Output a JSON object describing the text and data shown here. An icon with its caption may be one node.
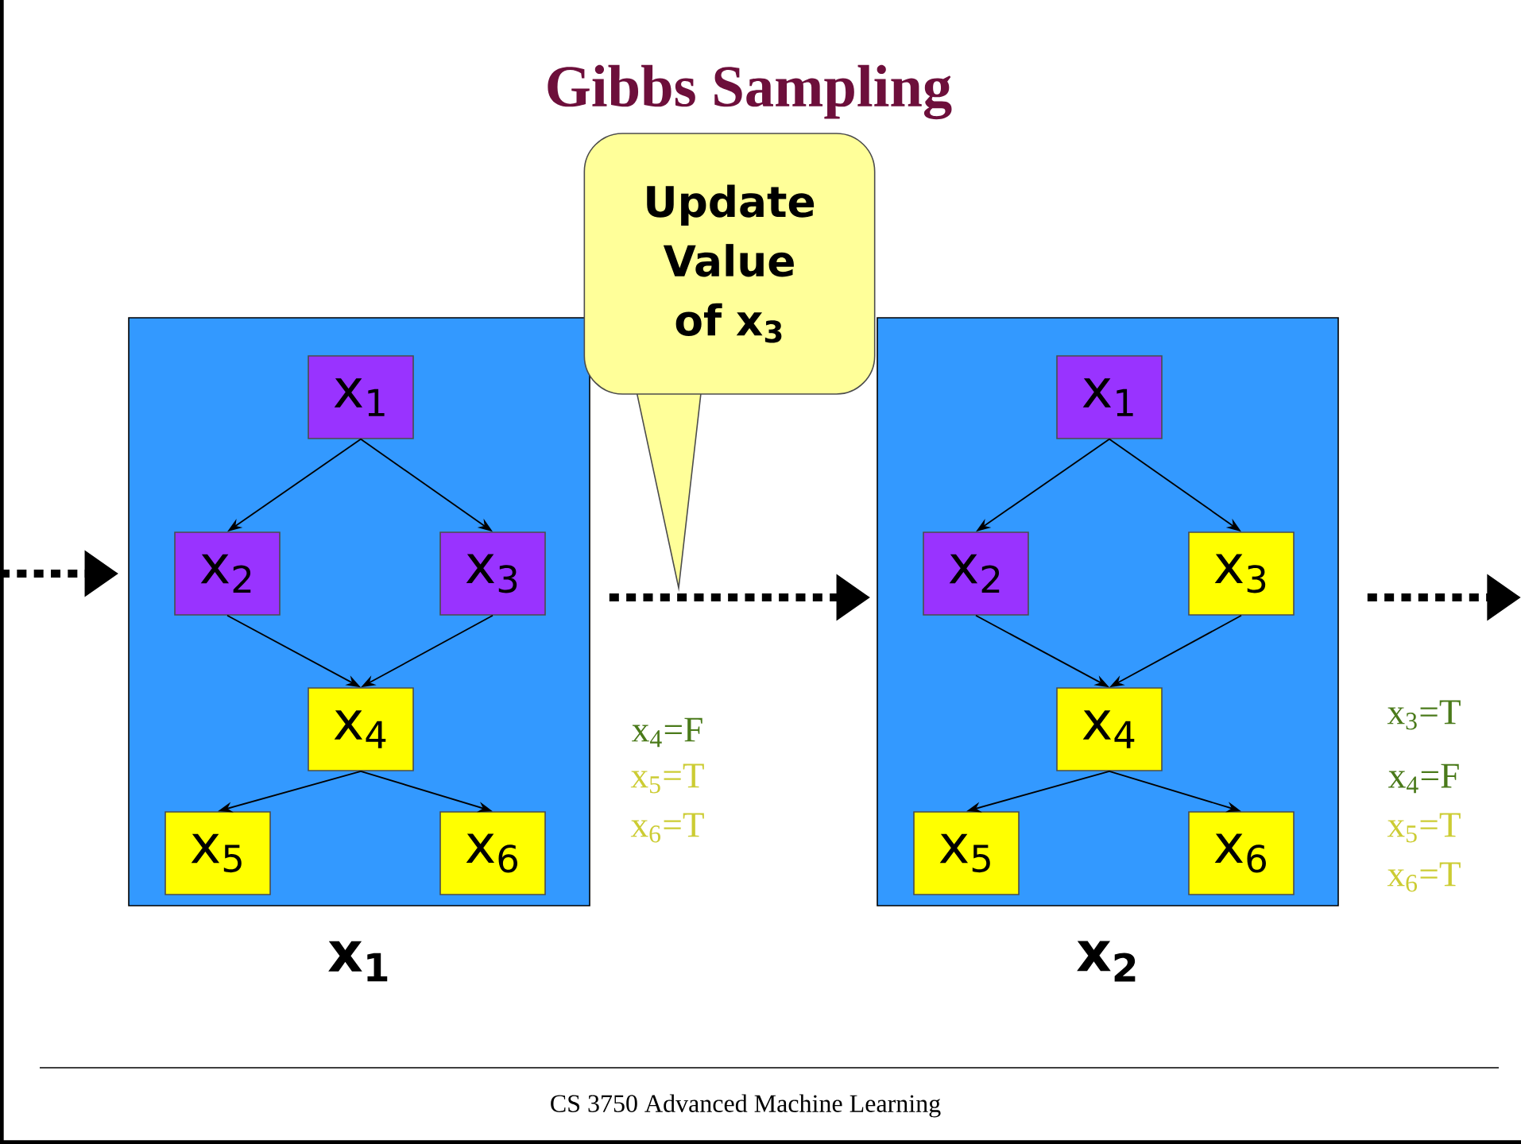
{
  "diagram": {
    "title": "Gibbs Sampling",
    "caption": "CS 3750 Advanced Machine Learning",
    "nodes": [
      {
        "text": [
          "x$_{1}$"
        ]
      },
      {
        "text": [
          "x$_{1}$"
        ],
        "in": 0
      },
      {
        "text": [
          "x$_{2}$"
        ],
        "in": 0
      },
      {
        "text": [
          "x$_{3}$"
        ],
        "in": 0
      },
      {
        "text": [
          "x$_{4}$"
        ],
        "in": 0
      },
      {
        "text": [
          "x$_{5}$"
        ],
        "in": 0
      },
      {
        "text": [
          "x$_{6}$"
        ],
        "in": 0
      },
      {
        "text": [
          "x$_{2}$"
        ]
      },
      {
        "text": [
          "x$_{1}$"
        ],
        "in": 7
      },
      {
        "text": [
          "x$_{2}$"
        ],
        "in": 7
      },
      {
        "text": [
          "x$_{3}$"
        ],
        "in": 7
      },
      {
        "text": [
          "x$_{4}$"
        ],
        "in": 7
      },
      {
        "text": [
          "x$_{5}$"
        ],
        "in": 7
      },
      {
        "text": [
          "x$_{6}$"
        ],
        "in": 7
      },
      {
        "text": [
          "Update Value of x$_{3}$"
        ]
      }
    ],
    "edges": [
      {
        "from": null,
        "to": 0,
        "arrow": "to",
        "style": "dashed"
      },
      {
        "from": 0,
        "to": 7,
        "arrow": "to",
        "style": "dashed"
      },
      {
        "from": 7,
        "to": null,
        "arrow": "to",
        "style": "dashed"
      },
      {
        "from": 1,
        "to": 2,
        "arrow": "to"
      },
      {
        "from": 1,
        "to": 3,
        "arrow": "to"
      },
      {
        "from": 2,
        "to": 4,
        "arrow": "to"
      },
      {
        "from": 3,
        "to": 4,
        "arrow": "to"
      },
      {
        "from": 4,
        "to": 5,
        "arrow": "to"
      },
      {
        "from": 4,
        "to": 6,
        "arrow": "to"
      },
      {
        "from": 8,
        "to": 9,
        "arrow": "to"
      },
      {
        "from": 8,
        "to": 10,
        "arrow": "to"
      },
      {
        "from": 9,
        "to": 11,
        "arrow": "to"
      },
      {
        "from": 10,
        "to": 11,
        "arrow": "to"
      },
      {
        "from": 11,
        "to": 12,
        "arrow": "to"
      },
      {
        "from": 11,
        "to": 13,
        "arrow": "to"
      }
    ],
    "labels": [
      "x$_{4}$=F",
      "x$_{5}$=T",
      "x$_{6}$=T",
      "x$_{3}$=T",
      "x$_{4}$=F",
      "x$_{5}$=T",
      "x$_{6}$=T"
    ]
  }
}
